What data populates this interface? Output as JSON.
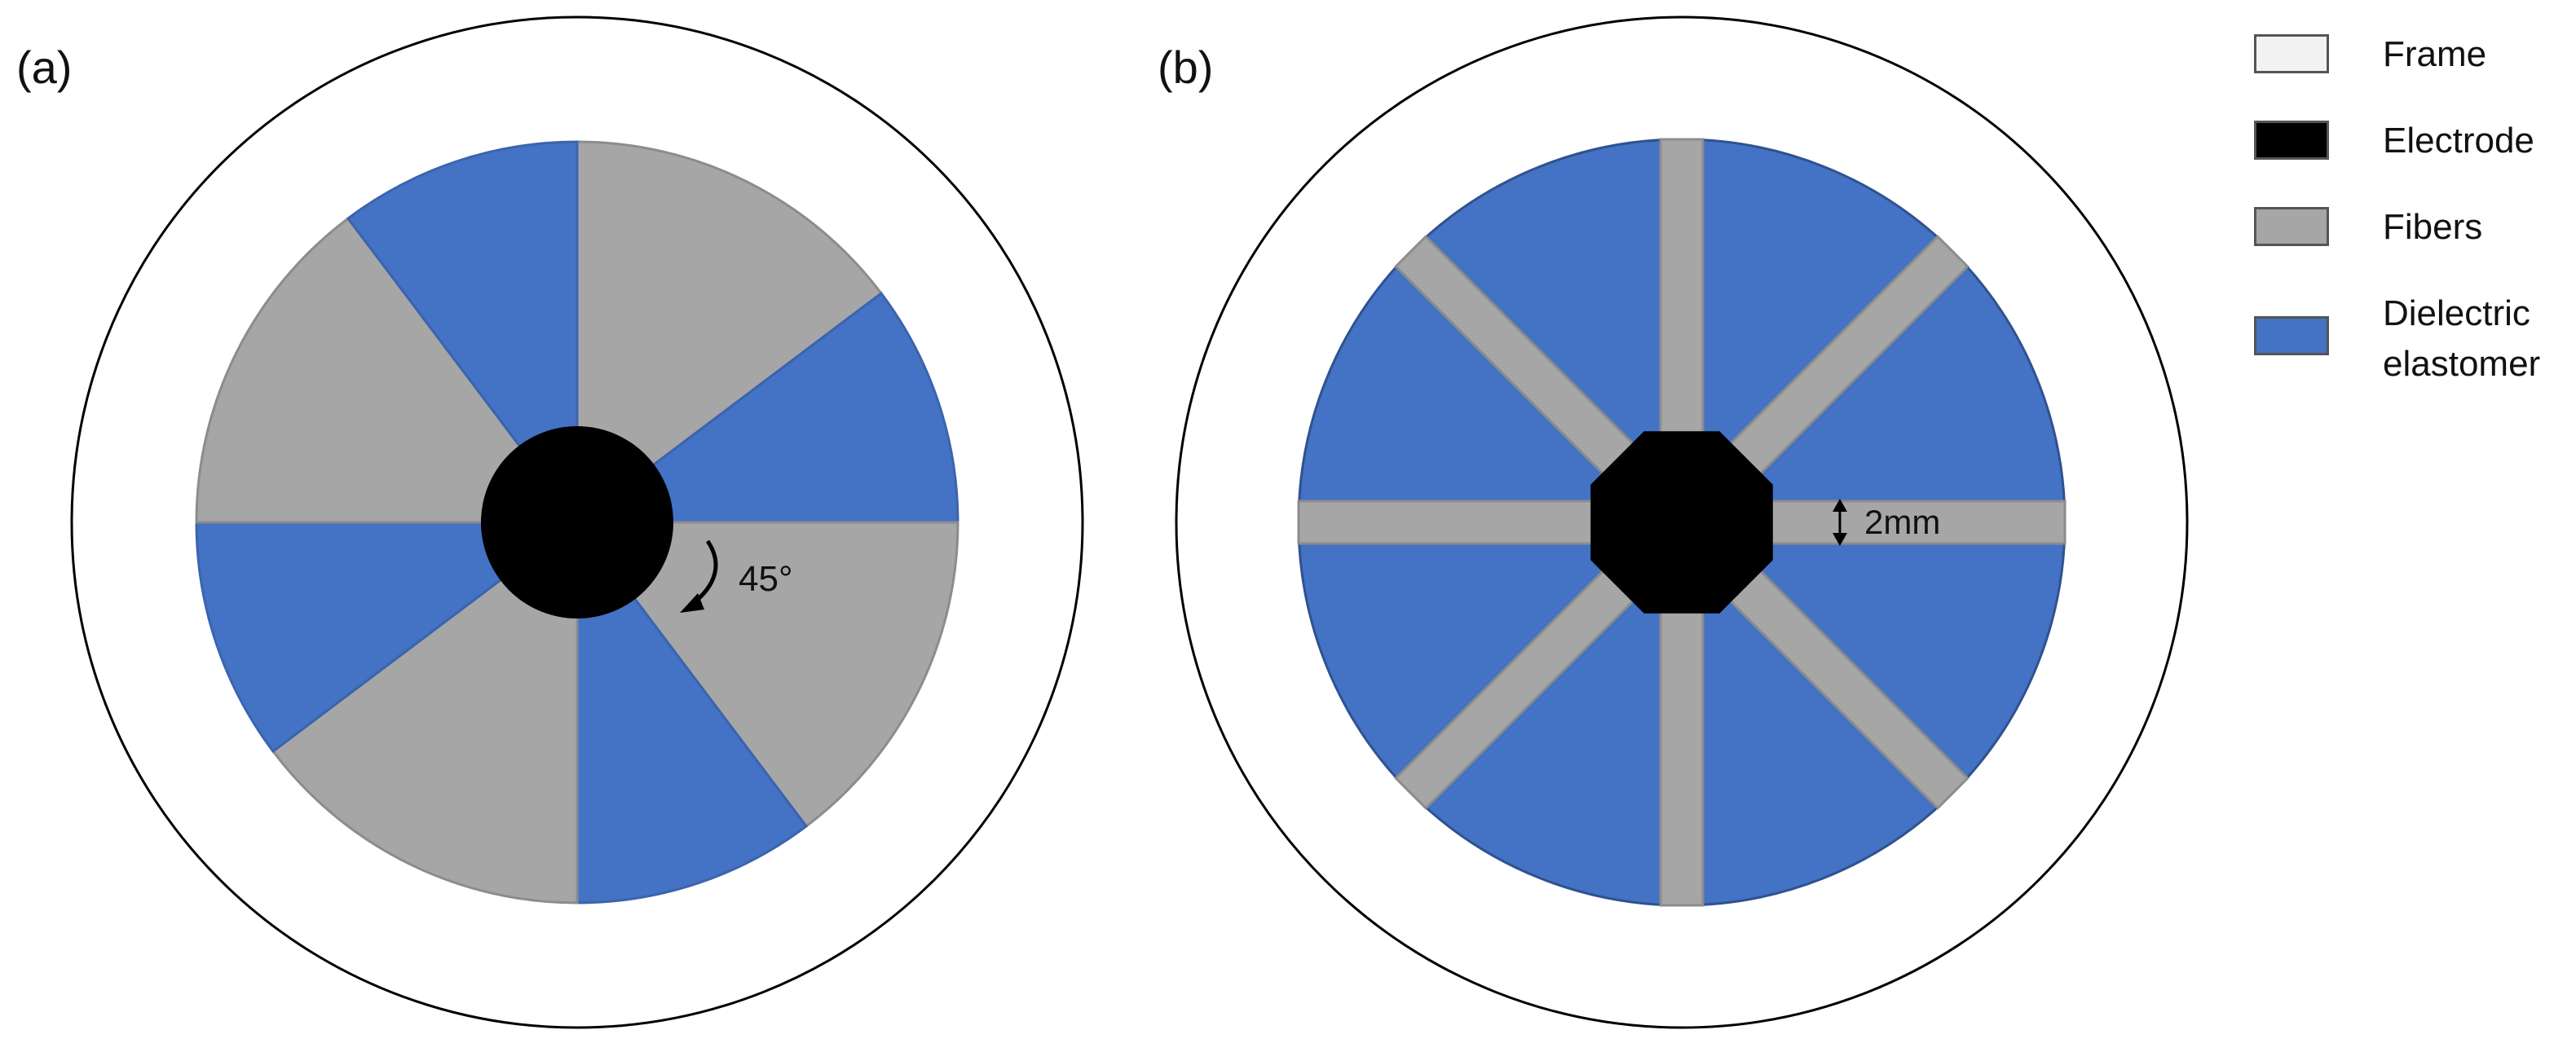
{
  "panels": {
    "a": {
      "label": "(a)",
      "angle_label": "45°"
    },
    "b": {
      "label": "(b)",
      "width_label": "2mm"
    }
  },
  "legend": [
    {
      "label": "Frame",
      "color": "#f2f2f2"
    },
    {
      "label": "Electrode",
      "color": "#000000"
    },
    {
      "label": "Fibers",
      "color": "#a6a6a6"
    },
    {
      "label": "Dielectric\nelastomer",
      "color": "#4472c4"
    }
  ],
  "colors": {
    "frame": "#ffffff",
    "electrode": "#000000",
    "fibers": "#a6a6a6",
    "dielectric": "#4472c4",
    "outline": "#000000"
  }
}
